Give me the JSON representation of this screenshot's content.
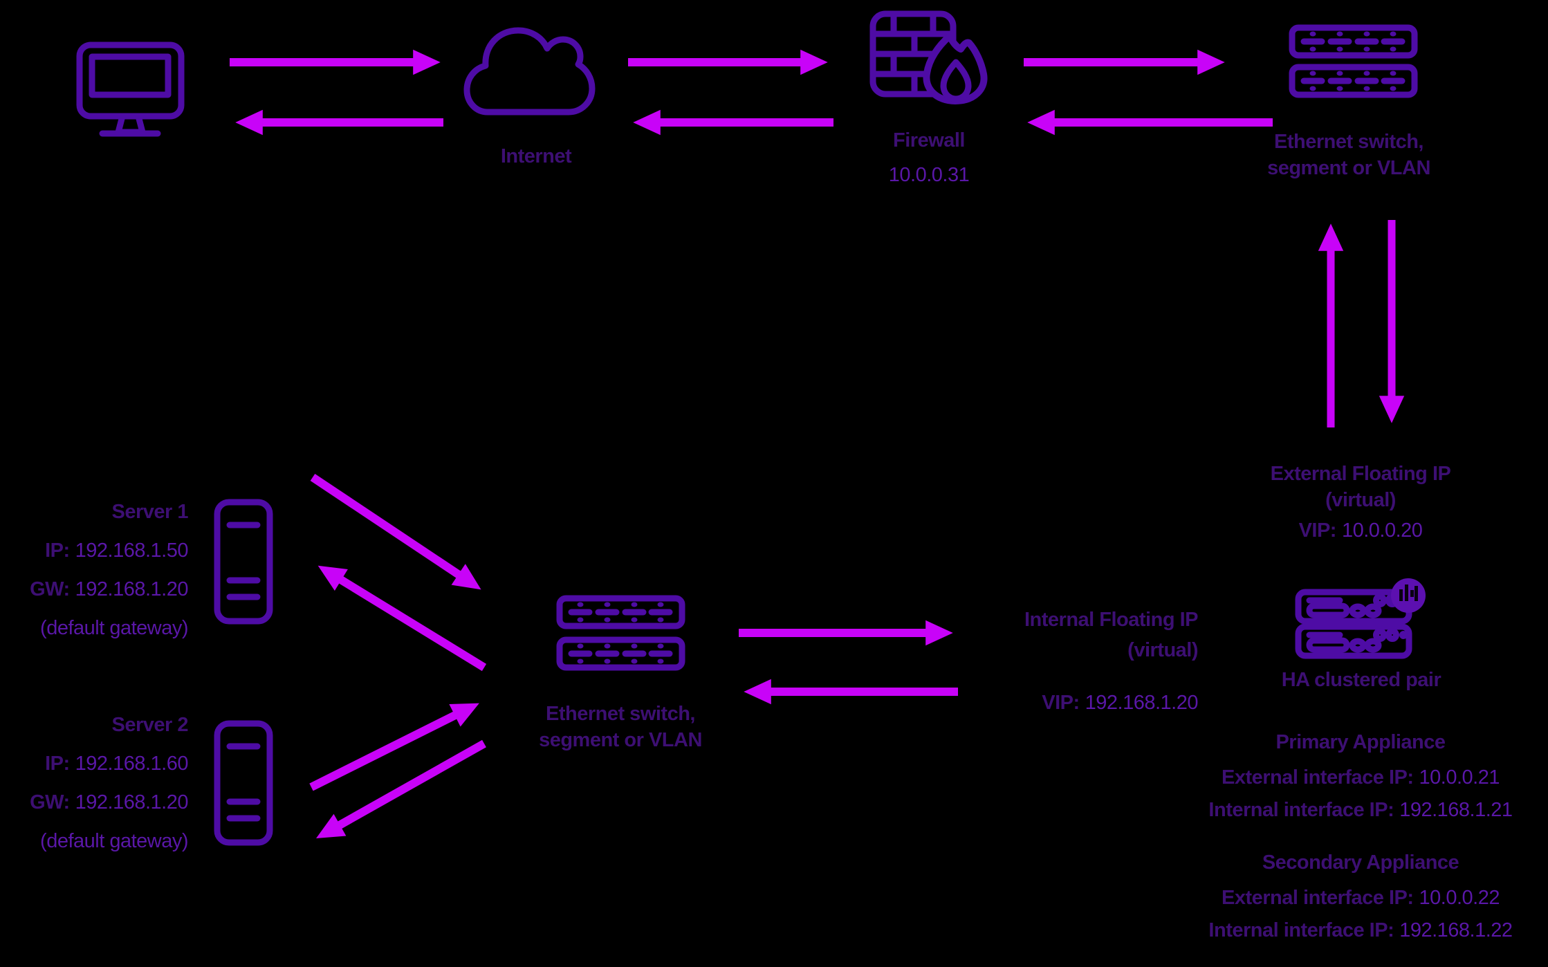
{
  "colors": {
    "background": "#000000",
    "arrow": "#C803F8",
    "icon": "#4E0CA5",
    "heading": "#3D0F73",
    "value": "#5A17A8",
    "badge": "#5C10B0"
  },
  "nodes": {
    "internet": {
      "label": "Internet"
    },
    "firewall": {
      "label": "Firewall",
      "ip": "10.0.0.31"
    },
    "switch_top": {
      "label_line1": "Ethernet switch,",
      "label_line2": "segment or VLAN"
    },
    "external_floating_ip": {
      "line1": "External Floating IP",
      "line2": "(virtual)",
      "vip_label": "VIP:",
      "vip_value": "10.0.0.20"
    },
    "ha_pair": {
      "label": "HA clustered pair"
    },
    "primary_appliance": {
      "title": "Primary Appliance",
      "external_label": "External interface IP:",
      "external_value": "10.0.0.21",
      "internal_label": "Internal interface IP:",
      "internal_value": "192.168.1.21"
    },
    "secondary_appliance": {
      "title": "Secondary Appliance",
      "external_label": "External interface IP:",
      "external_value": "10.0.0.22",
      "internal_label": "Internal interface IP:",
      "internal_value": "192.168.1.22"
    },
    "internal_floating_ip": {
      "line1": "Internal Floating IP",
      "line2": "(virtual)",
      "vip_label": "VIP:",
      "vip_value": "192.168.1.20"
    },
    "switch_mid": {
      "label_line1": "Ethernet switch,",
      "label_line2": "segment or VLAN"
    },
    "server1": {
      "name": "Server 1",
      "ip_label": "IP:",
      "ip_value": "192.168.1.50",
      "gw_label": "GW:",
      "gw_value": "192.168.1.20",
      "note": "(default gateway)"
    },
    "server2": {
      "name": "Server 2",
      "ip_label": "IP:",
      "ip_value": "192.168.1.60",
      "gw_label": "GW:",
      "gw_value": "192.168.1.20",
      "note": "(default gateway)"
    }
  }
}
